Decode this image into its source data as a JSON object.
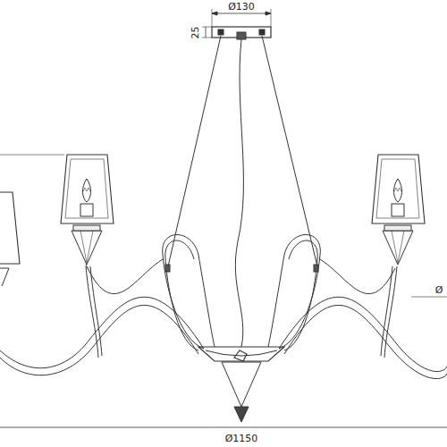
{
  "diagram": {
    "labels": [
      "Ø130",
      "25",
      "Ø1150",
      "Ø"
    ]
  }
}
